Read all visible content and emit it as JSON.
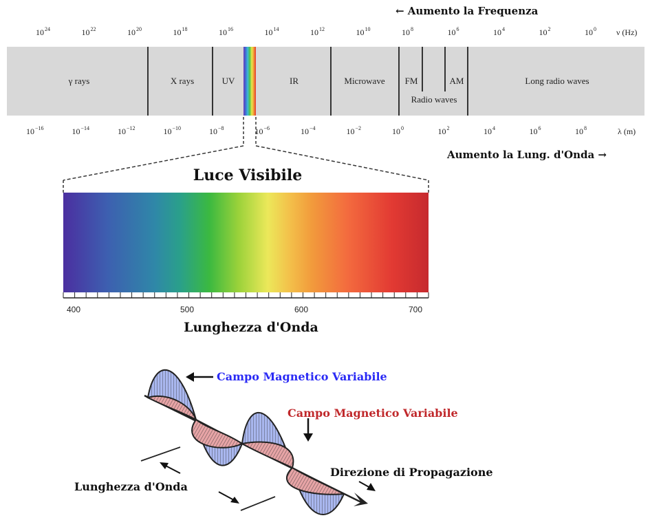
{
  "spectrum": {
    "freq_title": "← Aumento la Frequenza",
    "wave_title": "Aumento la Lung. d'Onda →",
    "freq_unit": "ν (Hz)",
    "wave_unit": "λ (m)",
    "freq_ticks": [
      "24",
      "22",
      "20",
      "18",
      "16",
      "14",
      "12",
      "10",
      "8",
      "6",
      "4",
      "2",
      "0"
    ],
    "wave_ticks": [
      "-16",
      "-14",
      "-12",
      "-10",
      "-8",
      "-6",
      "-4",
      "-2",
      "0",
      "2",
      "4",
      "6",
      "8"
    ],
    "tick_base": "10",
    "regions": {
      "gamma": "γ rays",
      "xray": "X rays",
      "uv": "UV",
      "ir": "IR",
      "microwave": "Microwave",
      "fm": "FM",
      "am": "AM",
      "radio": "Radio waves",
      "long_radio": "Long radio waves"
    }
  },
  "visible": {
    "title": "Luce Visibile",
    "axis_label": "Lunghezza d'Onda",
    "ticks": [
      "400",
      "500",
      "600",
      "700"
    ]
  },
  "wave_diagram": {
    "label_blue": "Campo Magnetico Variabile",
    "label_red": "Campo Magnetico Variabile",
    "label_direction": "Direzione di Propagazione",
    "label_wavelength": "Lunghezza d'Onda",
    "colors": {
      "blue_field": "#2a2af5",
      "red_field": "#c0282b"
    }
  }
}
